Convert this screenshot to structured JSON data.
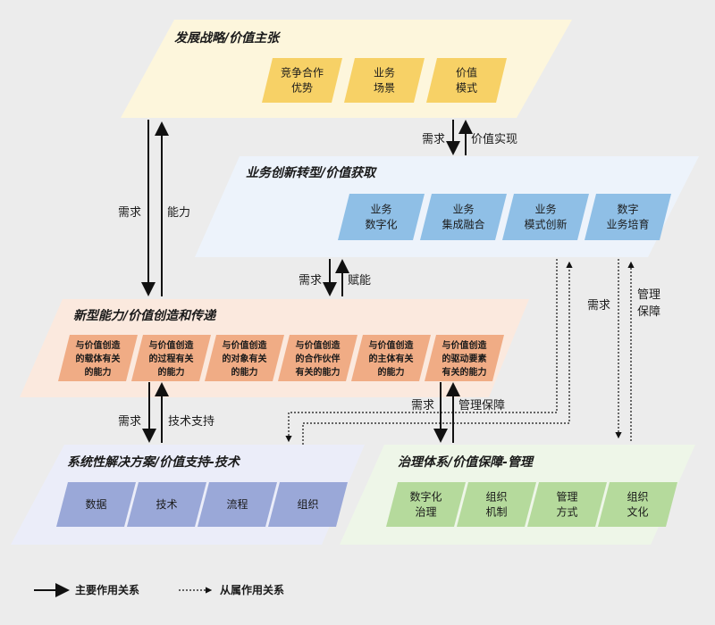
{
  "colors": {
    "strategy_fill": "#fdf6dc",
    "strategy_box": "#f7d166",
    "business_fill": "#edf3fb",
    "business_box": "#8fbfe6",
    "capability_fill": "#fbe9de",
    "capability_box": "#f0ac85",
    "solution_fill": "#ebedf9",
    "solution_box": "#9aa8d8",
    "governance_fill": "#eef6e8",
    "governance_box": "#b5da9c",
    "arrow": "#111111"
  },
  "layers": {
    "strategy": {
      "title": "发展战略/价值主张",
      "items": [
        [
          "竞争合作",
          "优势"
        ],
        [
          "业务",
          "场景"
        ],
        [
          "价值",
          "模式"
        ]
      ]
    },
    "business": {
      "title": "业务创新转型/价值获取",
      "items": [
        [
          "业务",
          "数字化"
        ],
        [
          "业务",
          "集成融合"
        ],
        [
          "业务",
          "模式创新"
        ],
        [
          "数字",
          "业务培育"
        ]
      ]
    },
    "capability": {
      "title": "新型能力/价值创造和传递",
      "items": [
        [
          "与价值创造",
          "的载体有关",
          "的能力"
        ],
        [
          "与价值创造",
          "的过程有关",
          "的能力"
        ],
        [
          "与价值创造",
          "的对象有关",
          "的能力"
        ],
        [
          "与价值创造",
          "的合作伙伴",
          "有关的能力"
        ],
        [
          "与价值创造",
          "的主体有关",
          "的能力"
        ],
        [
          "与价值创造",
          "的驱动要素",
          "有关的能力"
        ]
      ]
    },
    "solution": {
      "title": "系统性解决方案/价值支持-技术",
      "items": [
        [
          "数据"
        ],
        [
          "技术"
        ],
        [
          "流程"
        ],
        [
          "组织"
        ]
      ]
    },
    "governance": {
      "title": "治理体系/价值保障-管理",
      "items": [
        [
          "数字化",
          "治理"
        ],
        [
          "组织",
          "机制"
        ],
        [
          "管理",
          "方式"
        ],
        [
          "组织",
          "文化"
        ]
      ]
    }
  },
  "edges": {
    "strategy_business_down": "需求",
    "strategy_business_up": "价值实现",
    "strategy_capability_down": "需求",
    "strategy_capability_up": "能力",
    "business_capability_down": "需求",
    "business_capability_up": "赋能",
    "business_governance_down": "需求",
    "business_governance_up": [
      "管理",
      "保障"
    ],
    "capability_solution_down": "需求",
    "capability_solution_up": "技术支持",
    "capability_governance_down": "需求",
    "capability_governance_up": "管理保障"
  },
  "legend": {
    "primary": "主要作用关系",
    "secondary": "从属作用关系"
  }
}
